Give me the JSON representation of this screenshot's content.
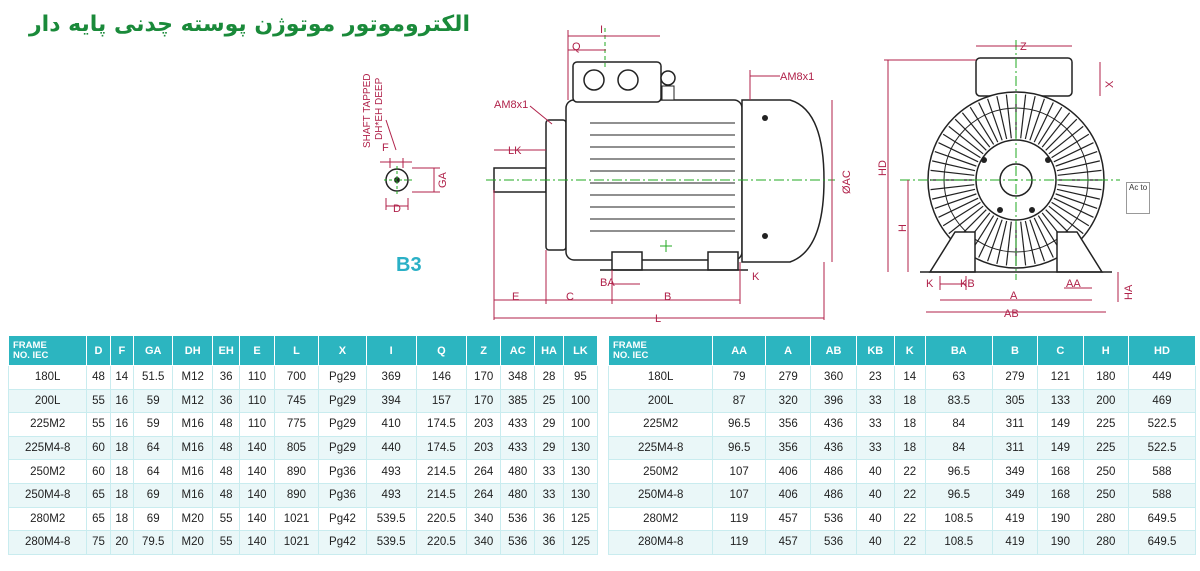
{
  "title": "الکتروموتور موتوژن پوسته چدنی پایه دار",
  "mount_label": "B3",
  "side_note": "Ac to",
  "drawing_labels": {
    "shaft_tapped": "SHAFT TAPPED",
    "dh_eh_deep": "DH*EH DEEP",
    "f": "F",
    "ga": "GA",
    "d": "D",
    "i": "I",
    "q": "Q",
    "am_top": "AM8x1",
    "am_left": "AM8x1",
    "lk": "LK",
    "oac": "ØAC",
    "ba": "BA",
    "k_side": "K",
    "e": "E",
    "c": "C",
    "b": "B",
    "l": "L",
    "z": "Z",
    "x": "X",
    "hd": "HD",
    "h": "H",
    "kb": "KB",
    "k_front": "K",
    "a": "A",
    "aa": "AA",
    "ab": "AB",
    "ha": "HA"
  },
  "left_table": {
    "frame_header": [
      "FRAME",
      "NO. IEC"
    ],
    "columns": [
      "D",
      "F",
      "GA",
      "DH",
      "EH",
      "E",
      "L",
      "X",
      "I",
      "Q",
      "Z",
      "AC",
      "HA",
      "LK"
    ],
    "rows": [
      [
        "180L",
        "48",
        "14",
        "51.5",
        "M12",
        "36",
        "110",
        "700",
        "Pg29",
        "369",
        "146",
        "170",
        "348",
        "28",
        "95"
      ],
      [
        "200L",
        "55",
        "16",
        "59",
        "M12",
        "36",
        "110",
        "745",
        "Pg29",
        "394",
        "157",
        "170",
        "385",
        "25",
        "100"
      ],
      [
        "225M2",
        "55",
        "16",
        "59",
        "M16",
        "48",
        "110",
        "775",
        "Pg29",
        "410",
        "174.5",
        "203",
        "433",
        "29",
        "100"
      ],
      [
        "225M4-8",
        "60",
        "18",
        "64",
        "M16",
        "48",
        "140",
        "805",
        "Pg29",
        "440",
        "174.5",
        "203",
        "433",
        "29",
        "130"
      ],
      [
        "250M2",
        "60",
        "18",
        "64",
        "M16",
        "48",
        "140",
        "890",
        "Pg36",
        "493",
        "214.5",
        "264",
        "480",
        "33",
        "130"
      ],
      [
        "250M4-8",
        "65",
        "18",
        "69",
        "M16",
        "48",
        "140",
        "890",
        "Pg36",
        "493",
        "214.5",
        "264",
        "480",
        "33",
        "130"
      ],
      [
        "280M2",
        "65",
        "18",
        "69",
        "M20",
        "55",
        "140",
        "1021",
        "Pg42",
        "539.5",
        "220.5",
        "340",
        "536",
        "36",
        "125"
      ],
      [
        "280M4-8",
        "75",
        "20",
        "79.5",
        "M20",
        "55",
        "140",
        "1021",
        "Pg42",
        "539.5",
        "220.5",
        "340",
        "536",
        "36",
        "125"
      ]
    ]
  },
  "right_table": {
    "frame_header": [
      "FRAME",
      "NO. IEC"
    ],
    "columns": [
      "AA",
      "A",
      "AB",
      "KB",
      "K",
      "BA",
      "B",
      "C",
      "H",
      "HD"
    ],
    "rows": [
      [
        "180L",
        "79",
        "279",
        "360",
        "23",
        "14",
        "63",
        "279",
        "121",
        "180",
        "449"
      ],
      [
        "200L",
        "87",
        "320",
        "396",
        "33",
        "18",
        "83.5",
        "305",
        "133",
        "200",
        "469"
      ],
      [
        "225M2",
        "96.5",
        "356",
        "436",
        "33",
        "18",
        "84",
        "311",
        "149",
        "225",
        "522.5"
      ],
      [
        "225M4-8",
        "96.5",
        "356",
        "436",
        "33",
        "18",
        "84",
        "311",
        "149",
        "225",
        "522.5"
      ],
      [
        "250M2",
        "107",
        "406",
        "486",
        "40",
        "22",
        "96.5",
        "349",
        "168",
        "250",
        "588"
      ],
      [
        "250M4-8",
        "107",
        "406",
        "486",
        "40",
        "22",
        "96.5",
        "349",
        "168",
        "250",
        "588"
      ],
      [
        "280M2",
        "119",
        "457",
        "536",
        "40",
        "22",
        "108.5",
        "419",
        "190",
        "280",
        "649.5"
      ],
      [
        "280M4-8",
        "119",
        "457",
        "536",
        "40",
        "22",
        "108.5",
        "419",
        "190",
        "280",
        "649.5"
      ]
    ]
  }
}
